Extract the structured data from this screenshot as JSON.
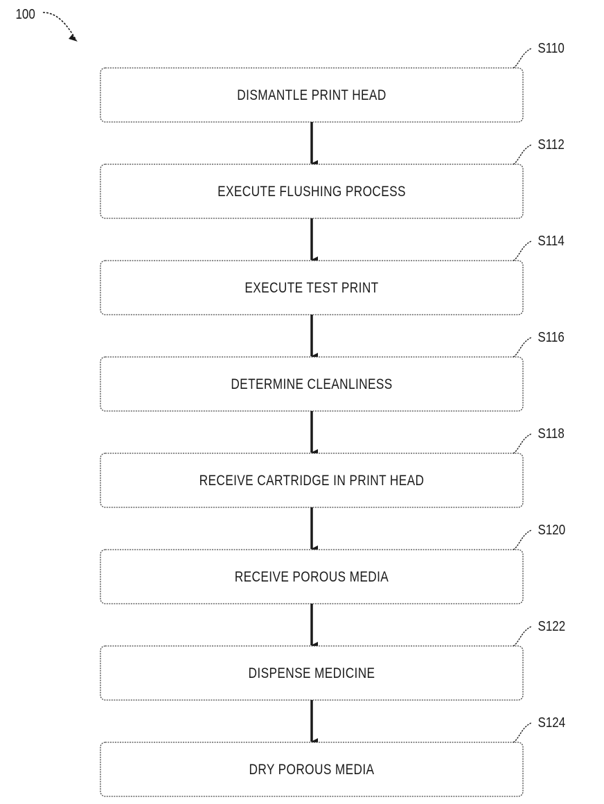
{
  "figure": {
    "reference": "100",
    "colors": {
      "ink": "#1a1a1a",
      "box_border": "#444444",
      "background": "#ffffff"
    }
  },
  "steps": [
    {
      "id": "S110",
      "label": "DISMANTLE PRINT HEAD"
    },
    {
      "id": "S112",
      "label": "EXECUTE FLUSHING PROCESS"
    },
    {
      "id": "S114",
      "label": "EXECUTE TEST PRINT"
    },
    {
      "id": "S116",
      "label": "DETERMINE CLEANLINESS"
    },
    {
      "id": "S118",
      "label": "RECEIVE CARTRIDGE IN PRINT HEAD"
    },
    {
      "id": "S120",
      "label": "RECEIVE POROUS MEDIA"
    },
    {
      "id": "S122",
      "label": "DISPENSE MEDICINE"
    },
    {
      "id": "S124",
      "label": "DRY POROUS MEDIA"
    }
  ]
}
